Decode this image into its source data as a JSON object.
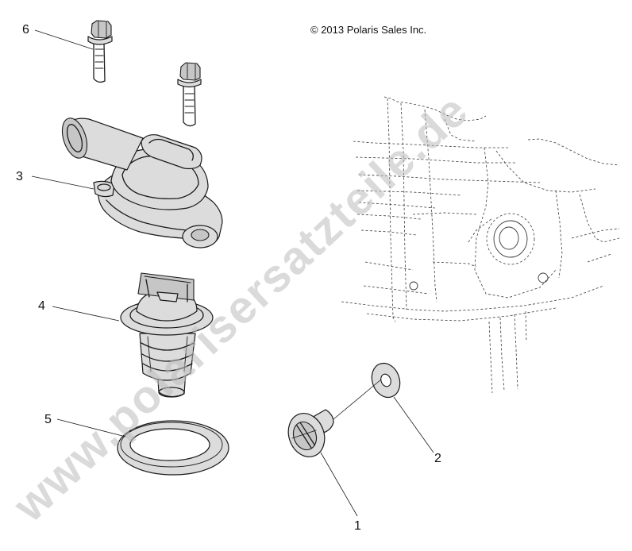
{
  "copyright": "© 2013 Polaris Sales Inc.",
  "watermark": "www.polarisersatzteile.de",
  "callouts": [
    {
      "id": "1",
      "label": "1",
      "part": "screw"
    },
    {
      "id": "2",
      "label": "2",
      "part": "washer"
    },
    {
      "id": "3",
      "label": "3",
      "part": "thermostat-housing"
    },
    {
      "id": "4",
      "label": "4",
      "part": "thermostat"
    },
    {
      "id": "5",
      "label": "5",
      "part": "seal-ring"
    },
    {
      "id": "6",
      "label": "6",
      "part": "bolt"
    }
  ],
  "colors": {
    "line": "#1a1a1a",
    "shade": "#dcdcdc",
    "watermark": "#bdbdbd"
  }
}
